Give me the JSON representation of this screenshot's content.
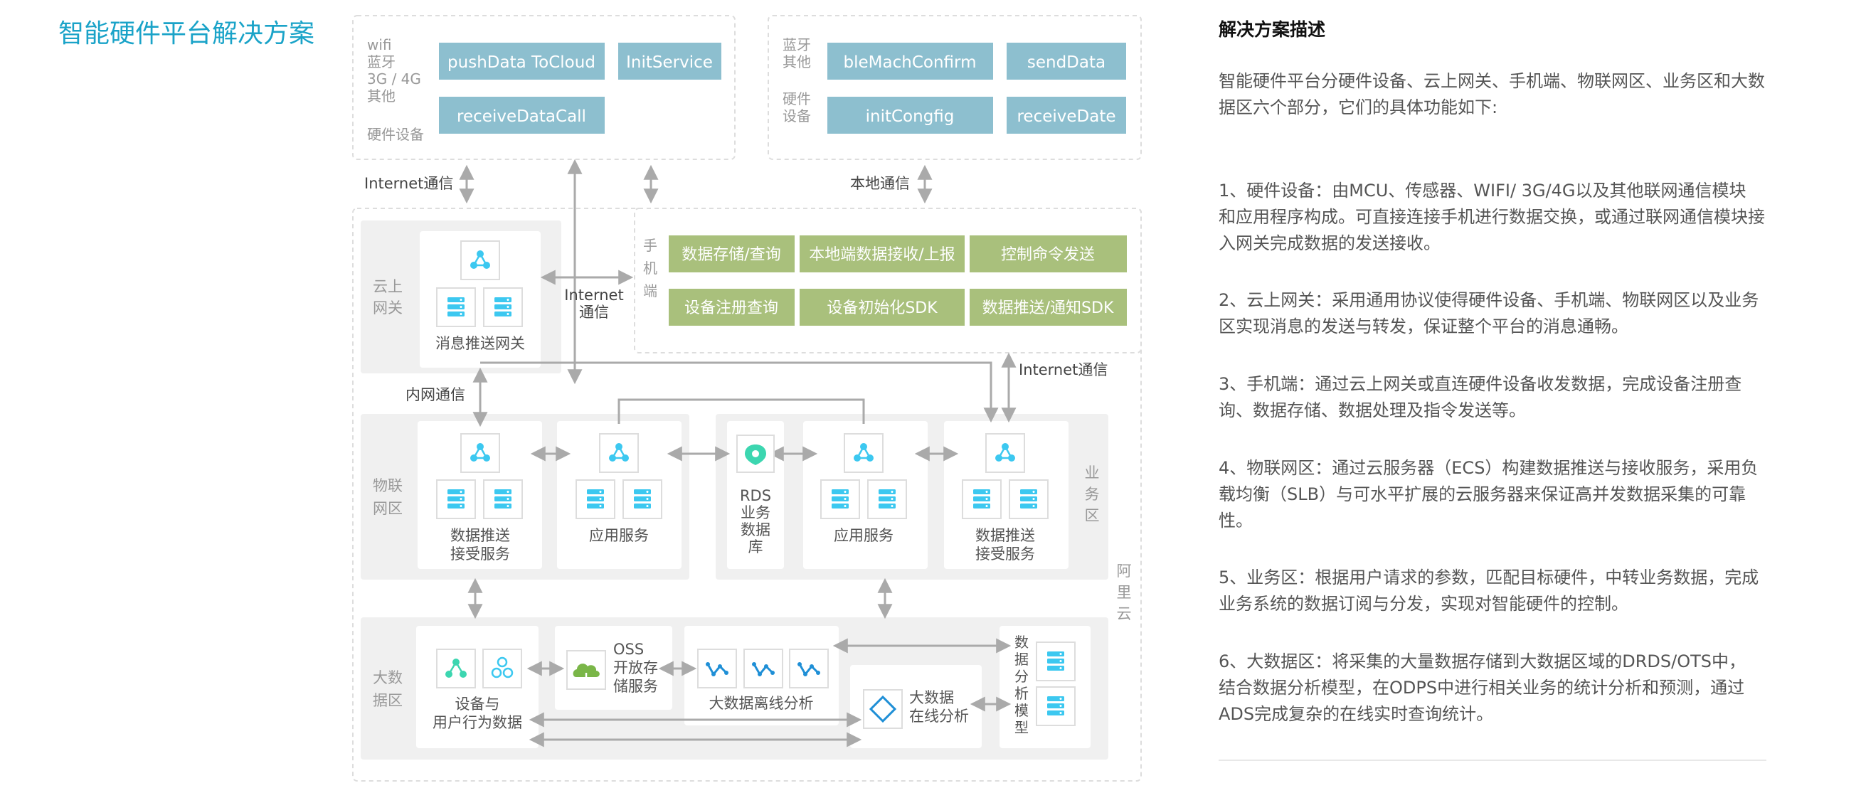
{
  "page_title": "智能硬件平台解决方案",
  "colors": {
    "title": "#1aa3c8",
    "blue_button": "#8dbfcf",
    "green_button": "#a9c07c",
    "icon_accent": "#3cc8f0",
    "zone_fill": "#f0f0f0",
    "dashed_border": "#dddddd",
    "arrow": "#aaaaaa",
    "label": "#999999"
  },
  "diagram": {
    "hw_group1": {
      "labels": [
        "wifi",
        "蓝牙",
        "3G / 4G",
        "其他"
      ],
      "device_label": "硬件设备",
      "buttons": [
        "pushData ToCloud",
        "InitService",
        "receiveDataCall"
      ]
    },
    "hw_group2": {
      "labels1": [
        "蓝牙",
        "其他"
      ],
      "labels2": [
        "硬件",
        "设备"
      ],
      "buttons": [
        "bleMachConfirm",
        "sendData",
        "initCongfig",
        "receiveDate"
      ]
    },
    "comm": {
      "internet_top": "Internet通信",
      "local": "本地通信",
      "internet_mid": [
        "Internet",
        "通信"
      ],
      "internet_right": "Internet通信",
      "intranet": "内网通信"
    },
    "gateway": {
      "zone_label": [
        "云上",
        "网关"
      ],
      "card_label": "消息推送网关"
    },
    "phone": {
      "zone_label": [
        "手",
        "机",
        "端"
      ],
      "buttons": [
        "数据存储/查询",
        "本地端数据接收/上报",
        "控制命令发送",
        "设备注册查询",
        "设备初始化SDK",
        "数据推送/通知SDK"
      ]
    },
    "iot": {
      "zone_label": [
        "物联",
        "网区"
      ],
      "card1": [
        "数据推送",
        "接受服务"
      ],
      "card2": "应用服务"
    },
    "biz": {
      "zone_label": [
        "业",
        "务",
        "区"
      ],
      "rds": [
        "RDS",
        "业务",
        "数据",
        "库"
      ],
      "card1": "应用服务",
      "card2": [
        "数据推送",
        "接受服务"
      ]
    },
    "aliyun": [
      "阿",
      "里",
      "云"
    ],
    "bigdata": {
      "zone_label": [
        "大数",
        "据区"
      ],
      "card1": [
        "设备与",
        "用户行为数据"
      ],
      "oss": [
        "OSS",
        "开放存",
        "储服务"
      ],
      "offline": "大数据离线分析",
      "online": [
        "大数据",
        "在线分析"
      ],
      "model": [
        "数",
        "据",
        "分",
        "析",
        "模",
        "型"
      ]
    }
  },
  "description": {
    "title": "解决方案描述",
    "paragraphs": [
      [
        "智能硬件平台分硬件设备、云上网关、手机端、物联网区、业务区和大数",
        "据区六个部分，它们的具体功能如下:"
      ],
      [
        "1、硬件设备：由MCU、传感器、WIFI/ 3G/4G以及其他联网通信模块",
        "和应用程序构成。可直接连接手机进行数据交换，或通过联网通信模块接",
        "入网关完成数据的发送接收。"
      ],
      [
        "2、云上网关：采用通用协议使得硬件设备、手机端、物联网区以及业务",
        "区实现消息的发送与转发，保证整个平台的消息通畅。"
      ],
      [
        "3、手机端：通过云上网关或直连硬件设备收发数据，完成设备注册查",
        "询、数据存储、数据处理及指令发送等。"
      ],
      [
        "4、物联网区：通过云服务器（ECS）构建数据推送与接收服务，采用负",
        "载均衡（SLB）与可水平扩展的云服务器来保证高并发数据采集的可靠",
        "性。"
      ],
      [
        "5、业务区：根据用户请求的参数，匹配目标硬件，中转业务数据，完成",
        "业务系统的数据订阅与分发，实现对智能硬件的控制。"
      ],
      [
        "6、大数据区：将采集的大量数据存储到大数据区域的DRDS/OTS中，",
        "结合数据分析模型，在ODPS中进行相关业务的统计分析和预测，通过",
        "ADS完成复杂的在线实时查询统计。"
      ]
    ]
  }
}
